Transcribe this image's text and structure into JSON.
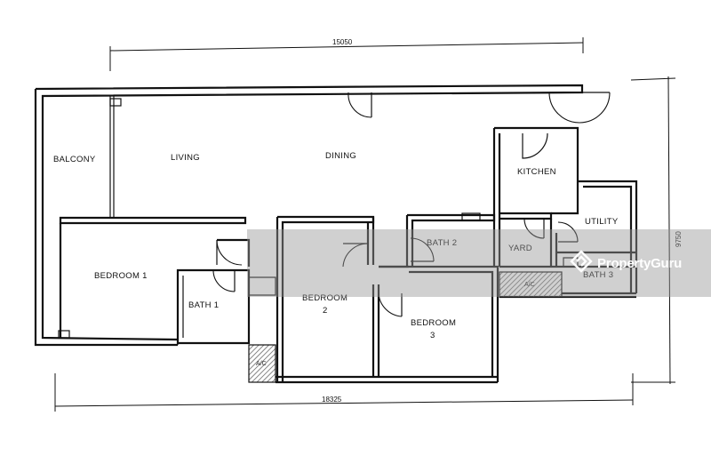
{
  "dimensions": {
    "top": "15050",
    "bottom": "18325",
    "right": "9750"
  },
  "rooms": {
    "balcony": "BALCONY",
    "living": "LIVING",
    "dining": "DINING",
    "kitchen": "KITCHEN",
    "utility": "UTILITY",
    "bath2": "BATH 2",
    "yard": "YARD",
    "bath3": "BATH 3",
    "ac_right": "A/C",
    "bedroom1": "BEDROOM 1",
    "bath1": "BATH 1",
    "bedroom2_line1": "BEDROOM",
    "bedroom2_line2": "2",
    "bedroom3_line1": "BEDROOM",
    "bedroom3_line2": "3",
    "ac_left": "A/C"
  },
  "watermark": {
    "text": "PropertyGuru",
    "icon": "propertyguru-logo-icon"
  }
}
